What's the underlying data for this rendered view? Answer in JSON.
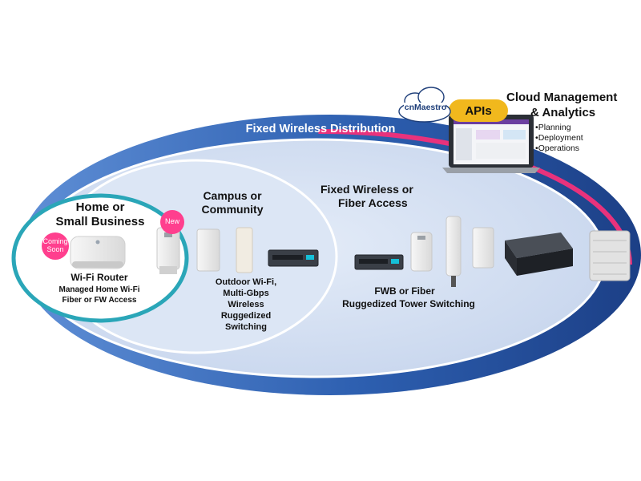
{
  "labels": {
    "fixed_wireless_distribution": "Fixed Wireless Distribution",
    "cnmaestro": "cnMaestro",
    "apis": "APIs",
    "cloud_title_1": "Cloud Management",
    "cloud_title_2": "& Analytics",
    "cloud_bullets": [
      "Planning",
      "Deployment",
      "Operations"
    ],
    "home_title_1": "Home or",
    "home_title_2": "Small Business",
    "new_badge": "New",
    "coming_soon_1": "Coming",
    "coming_soon_2": "Soon",
    "wifi_router": "Wi-Fi Router",
    "home_desc_1": "Managed Home Wi-Fi",
    "home_desc_2": "Fiber or FW Access",
    "campus_title_1": "Campus or",
    "campus_title_2": "Community",
    "campus_desc": [
      "Outdoor Wi-Fi,",
      "Multi-Gbps",
      "Wireless",
      "Ruggedized",
      "Switching"
    ],
    "fwa_title_1": "Fixed Wireless or",
    "fwa_title_2": "Fiber Access",
    "fwb_desc_1": "FWB or Fiber",
    "fwb_desc_2": "Ruggedized Tower Switching"
  },
  "colors": {
    "outer_ring": "#2b5aa8",
    "outer_fill": "#cfdbf0",
    "home_ring": "#2aa6b8",
    "badge": "#ff3f8e",
    "api_pill": "#f1b81d"
  },
  "icons": [
    "laptop-icon",
    "cloud-icon",
    "wifi-router-icon",
    "access-point-icon",
    "switch-icon",
    "sector-antenna-icon",
    "radio-unit-icon"
  ]
}
